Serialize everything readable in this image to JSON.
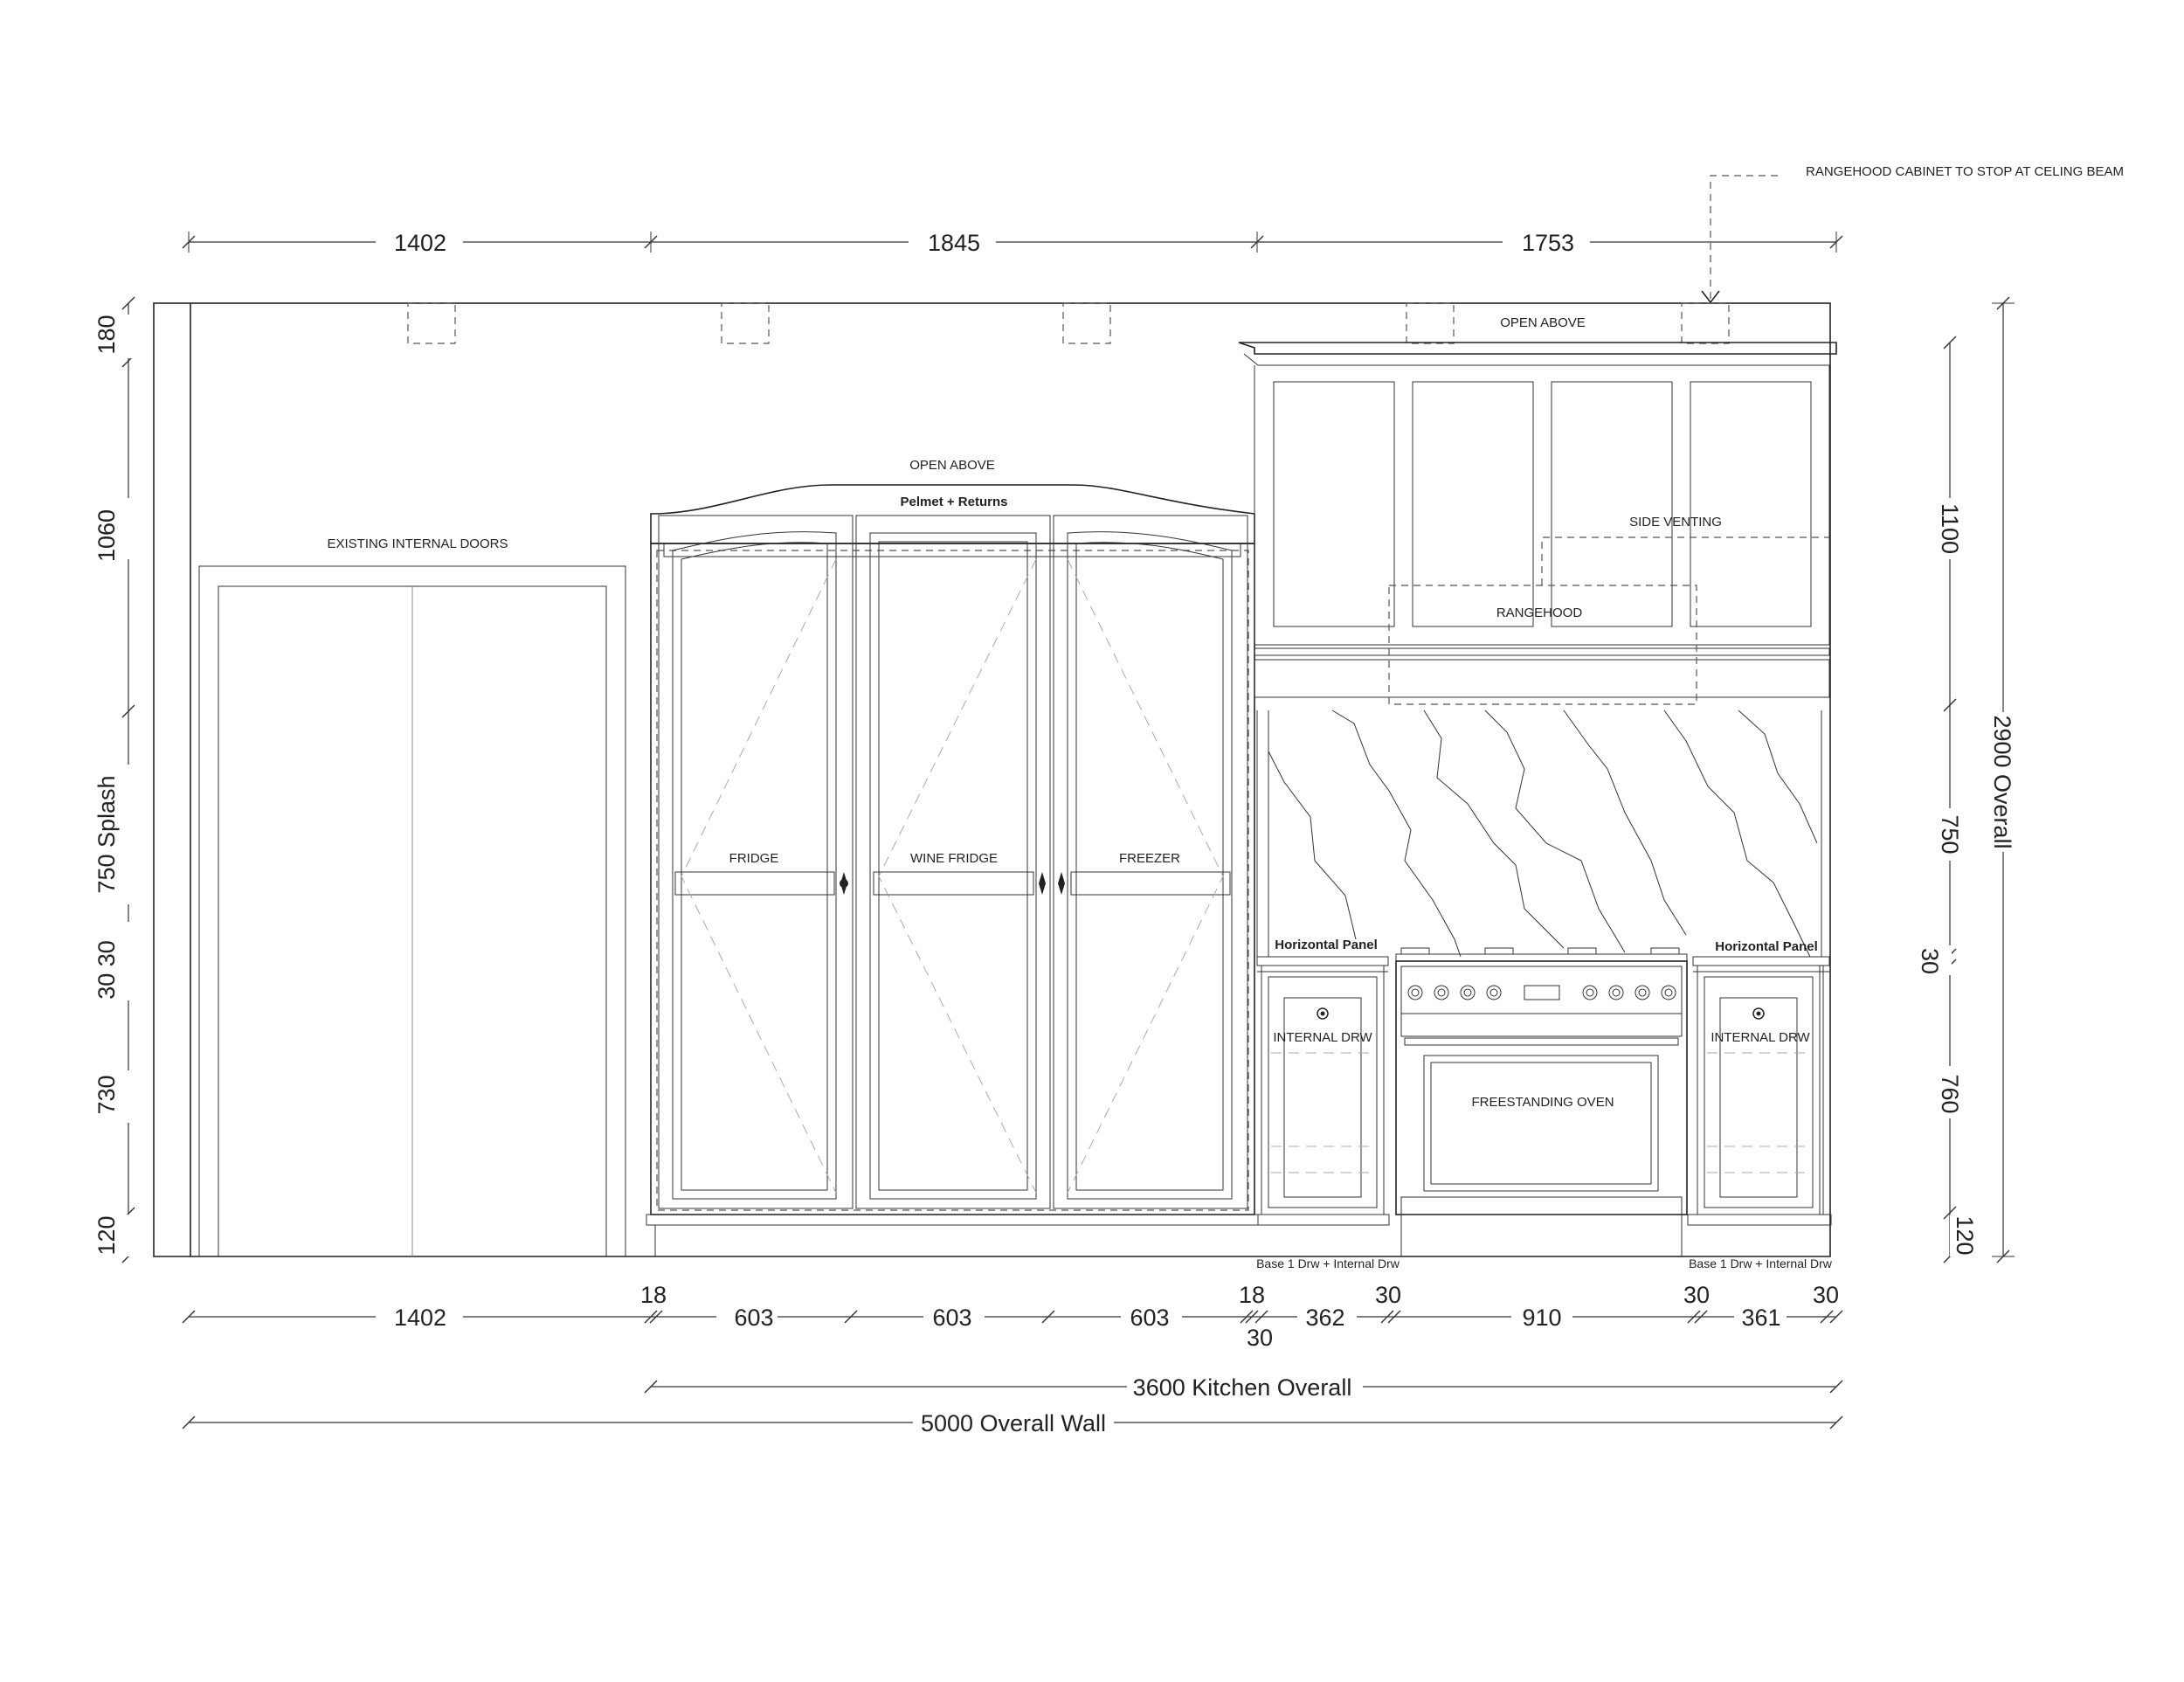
{
  "labels": {
    "rangehood_note": "RANGEHOOD CABINET TO STOP AT CELING BEAM",
    "open_above_right": "OPEN ABOVE",
    "open_above_center": "OPEN ABOVE",
    "pelmet": "Pelmet + Returns",
    "existing_doors": "EXISTING INTERNAL DOORS",
    "side_venting": "SIDE VENTING",
    "rangehood": "RANGEHOOD",
    "fridge": "FRIDGE",
    "wine_fridge": "WINE FRIDGE",
    "freezer": "FREEZER",
    "horizontal_panel_left": "Horizontal Panel",
    "horizontal_panel_right": "Horizontal Panel",
    "internal_drw_left": "INTERNAL DRW",
    "internal_drw_right": "INTERNAL DRW",
    "freestanding_oven": "FREESTANDING OVEN",
    "base_left": "Base 1 Drw + Internal Drw",
    "base_right": "Base 1 Drw + Internal Drw"
  },
  "dimensions": {
    "top": [
      "1402",
      "1845",
      "1753"
    ],
    "bottom": [
      "1402",
      "18",
      "603",
      "603",
      "603",
      "18",
      "30",
      "362",
      "30",
      "910",
      "30",
      "361",
      "30"
    ],
    "kitchen_overall": "3600 Kitchen Overall",
    "wall_overall": "5000 Overall Wall",
    "left_vertical": [
      "180",
      "1060",
      "750 Splash",
      "30 30",
      "730",
      "120"
    ],
    "right_vertical": [
      "1100",
      "750",
      "30",
      "760",
      "120"
    ],
    "right_overall": "2900 Overall"
  }
}
